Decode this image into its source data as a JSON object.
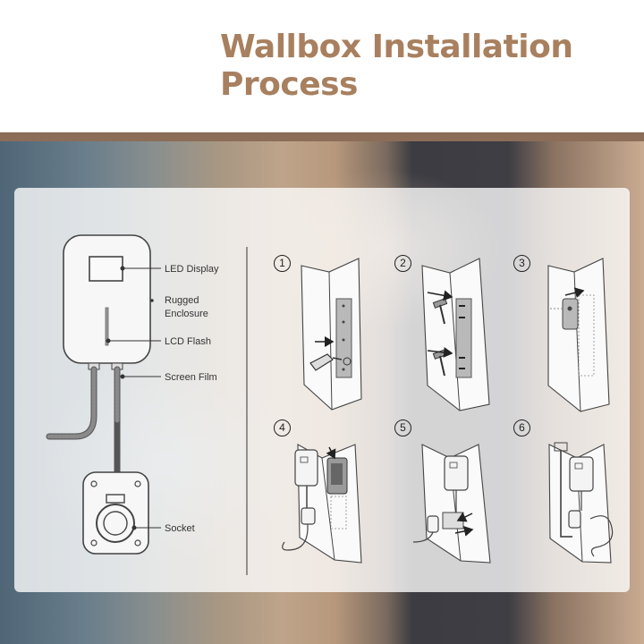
{
  "title": "Wallbox Installation Process",
  "labels": {
    "led_display": "LED Display",
    "rugged_enclosure": "Rugged\nEnclosure",
    "lcd_flash": "LCD Flash",
    "screen_film": "Screen Film",
    "socket": "Socket"
  },
  "steps": [
    {
      "number": "1",
      "action": "screwdriver"
    },
    {
      "number": "2",
      "action": "hammer"
    },
    {
      "number": "3",
      "action": "mount"
    },
    {
      "number": "4",
      "action": "hang"
    },
    {
      "number": "5",
      "action": "connect"
    },
    {
      "number": "6",
      "action": "done"
    }
  ],
  "colors": {
    "title": "#a8805f",
    "stroke": "#444444",
    "arrow": "#222222",
    "plate": "#b9b9b9"
  }
}
